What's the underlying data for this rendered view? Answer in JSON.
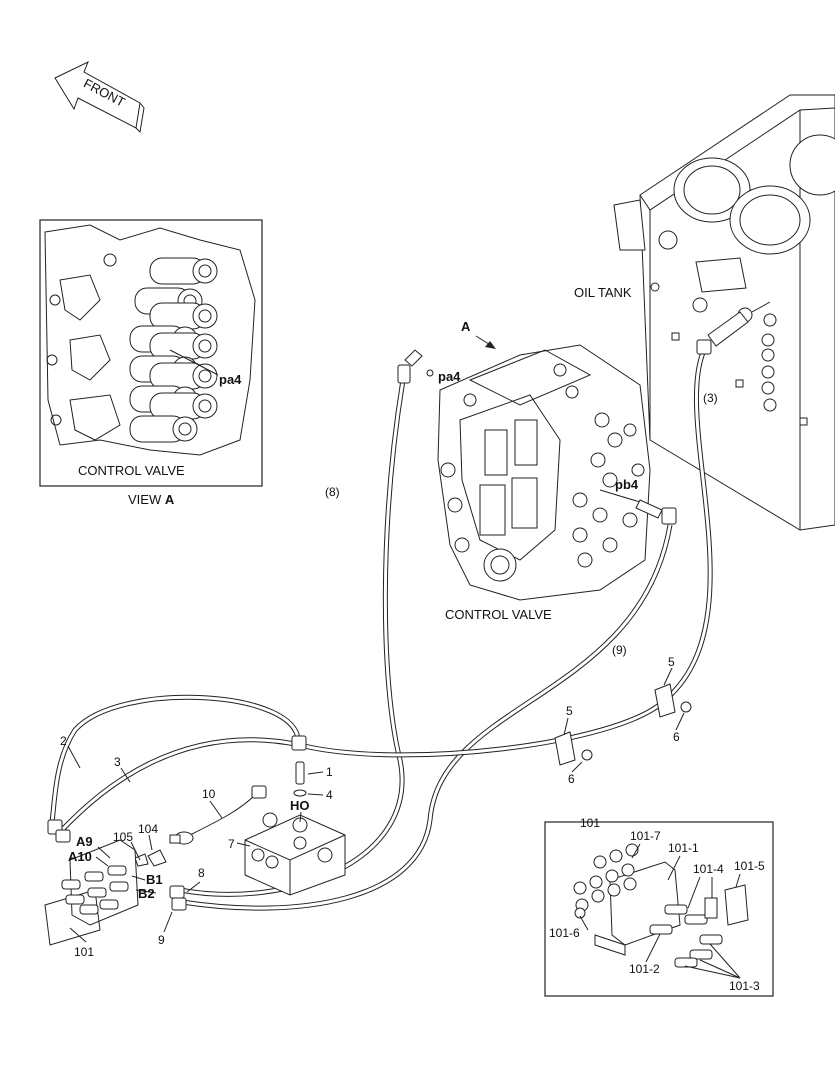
{
  "front_arrow": {
    "label": "FRONT"
  },
  "inset_view_a": {
    "caption": "CONTROL VALVE",
    "port_label": "pa4",
    "view_prefix": "VIEW",
    "view_letter": "A"
  },
  "main": {
    "oil_tank_label": "OIL TANK",
    "control_valve_label": "CONTROL VALVE",
    "view_marker": "A",
    "port_pa4": "pa4",
    "port_pb4": "pb4",
    "hose_labels": {
      "h8": "(8)",
      "h9": "(9)",
      "h3": "(3)"
    }
  },
  "callouts": {
    "c1": "1",
    "c2": "2",
    "c3": "3",
    "c4": "4",
    "c5a": "5",
    "c5b": "5",
    "c6a": "6",
    "c6b": "6",
    "c7": "7",
    "c8": "8",
    "c9": "9",
    "c10": "10",
    "c101": "101",
    "c104": "104",
    "c105": "105",
    "ho": "HO",
    "a9": "A9",
    "a10": "A10",
    "b1": "B1",
    "b2": "B2"
  },
  "inset_101": {
    "title": "101",
    "labels": {
      "p1": "101-1",
      "p2": "101-2",
      "p3": "101-3",
      "p4": "101-4",
      "p5": "101-5",
      "p6": "101-6",
      "p7": "101-7"
    }
  }
}
